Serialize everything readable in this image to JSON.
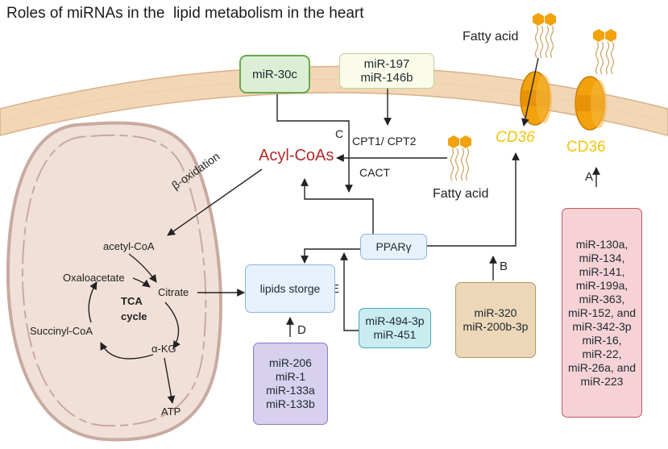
{
  "title": "Roles of miRNAs in the  lipid metabolism in the heart",
  "membrane_labels": {
    "fatty_acid_top": "Fatty acid",
    "fatty_acid_mid": "Fatty acid",
    "cd36_left": "CD36",
    "cd36_right": "CD36"
  },
  "boxes": {
    "mir30c": [
      "miR-30c"
    ],
    "mir197": [
      "miR-197",
      "miR-146b"
    ],
    "ppar": [
      "PPARγ"
    ],
    "lipids": [
      "lipids storge"
    ],
    "mir494": [
      "miR-494-3p",
      "miR-451"
    ],
    "mir320": [
      "miR-320",
      "miR-200b-3p"
    ],
    "mir206": [
      "miR-206",
      "miR-1",
      "miR-133a",
      "miR-133b"
    ],
    "mirA": [
      "miR-130a,",
      "miR-134,",
      "miR-141,",
      "miR-199a,",
      "miR-363,",
      "miR-152, and",
      "miR-342-3p",
      "miR-16,",
      "miR-22,",
      "miR-26a, and",
      "miR-223"
    ]
  },
  "labels": {
    "acyl_coas": "Acyl-CoAs",
    "cpt": "CPT1/ CPT2",
    "cact": "CACT",
    "letter_c": "C",
    "letter_a": "A",
    "letter_b": "B",
    "letter_d": "D",
    "letter_e": "E",
    "beta_ox": "β-oxidation",
    "acetyl_coa": "acetyl-CoA",
    "oxaloacetate": "Oxaloacetate",
    "citrate": "Citrate",
    "tca": "TCA",
    "cycle": "cycle",
    "succinyl": "Succinyl-CoA",
    "akg": "α-KG",
    "atp": "ATP"
  },
  "colors": {
    "membrane": "#f2d7b6",
    "membrane_line": "#d8b08a",
    "mito_outer": "#f0e0d8",
    "mito_inner": "#c9aaa0",
    "acyl_red": "#b02a2a",
    "cd36_yellow": "#f2c40f",
    "lipid_orange": "#f2a20c",
    "box_green_fill": "#dcefd4",
    "box_green_border": "#6aa84f",
    "box_cream_fill": "#fafbe8",
    "box_cream_border": "#bcd39a",
    "box_blue_fill": "#e8f1fb",
    "box_blue_border": "#8db3dc",
    "box_teal_fill": "#c9ecef",
    "box_teal_border": "#4aa9b6",
    "box_tan_fill": "#ecd7b8",
    "box_tan_border": "#b8935d",
    "box_purple_fill": "#d7d0ee",
    "box_purple_border": "#8a79c4",
    "box_pink_fill": "#f6d2d6",
    "box_pink_border": "#c8545f"
  }
}
